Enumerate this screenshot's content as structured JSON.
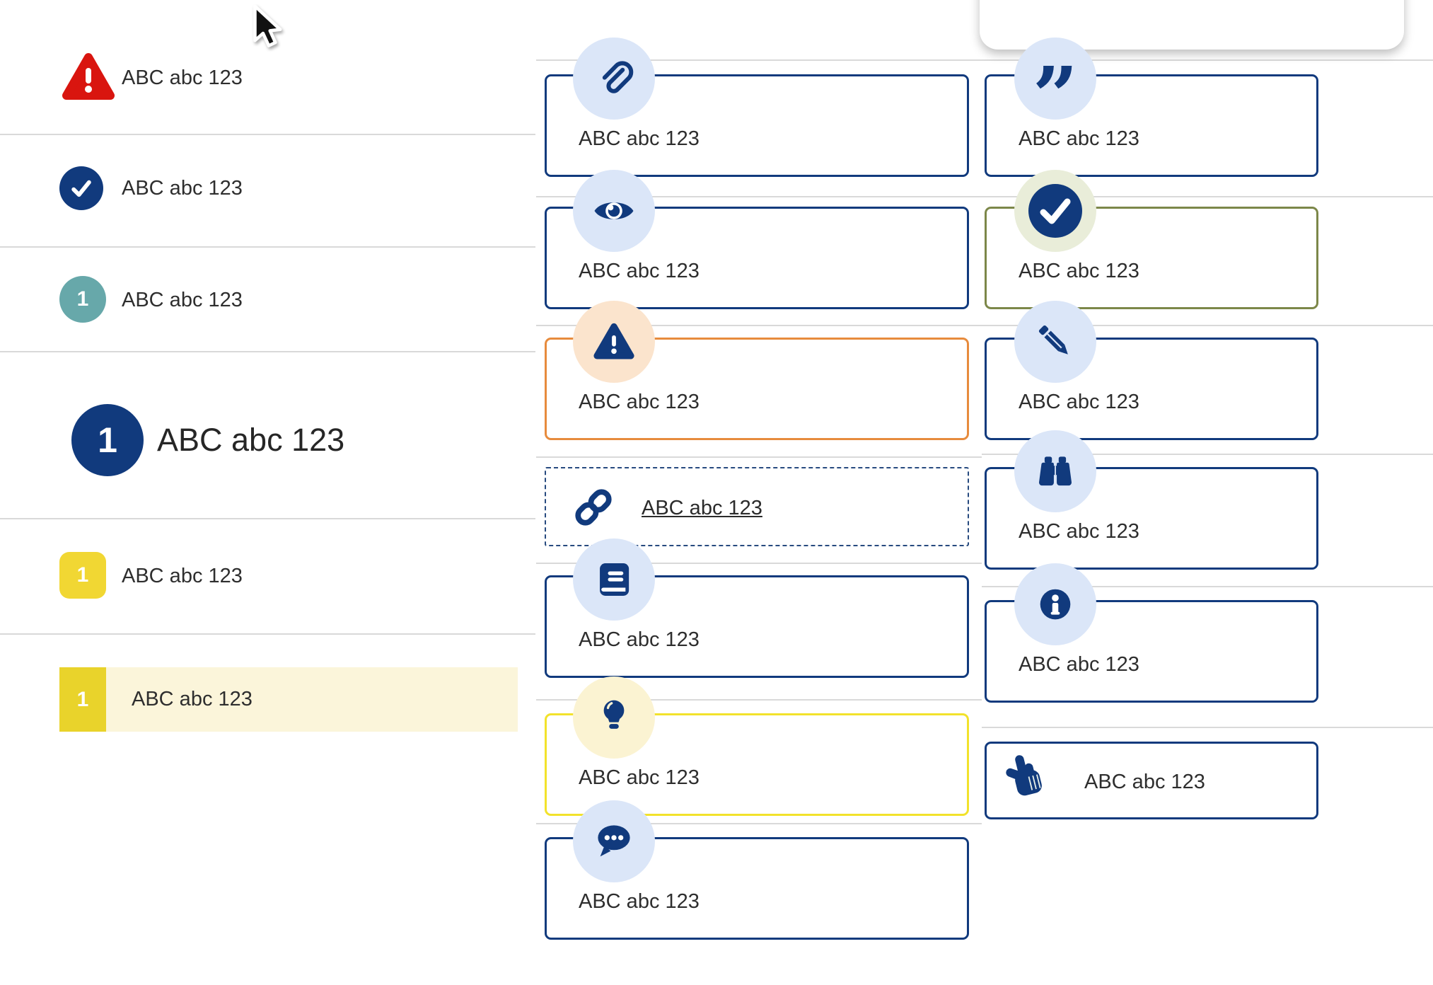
{
  "placeholder_text": "ABC abc 123",
  "colors": {
    "navy": "#113a7d",
    "red": "#d9150f",
    "teal": "#67a8aa",
    "yellow_badge": "#f1d733",
    "yellow_block": "#e9d32b",
    "cream_row": "#fbf5da",
    "orange_border": "#e78b3d",
    "olive_border": "#7c8749",
    "yellow_border": "#f2e22b",
    "light_blue_circle": "#dbe6f8",
    "peach_circle": "#fbe4cd",
    "sage_circle": "#e9edd9",
    "pale_yellow_circle": "#fbf3d2",
    "divider": "#d9d9d9"
  },
  "left_list": {
    "items": [
      {
        "icon": "alert-triangle-icon",
        "label": "ABC abc 123"
      },
      {
        "icon": "check-circle-icon",
        "label": "ABC abc 123"
      },
      {
        "icon": "teal-number-badge",
        "number": "1",
        "label": "ABC abc 123"
      },
      {
        "icon": "navy-number-badge-large",
        "number": "1",
        "label": "ABC abc 123"
      },
      {
        "icon": "yellow-number-badge",
        "number": "1",
        "label": "ABC abc 123"
      },
      {
        "icon": "yellow-number-block-highlighted",
        "number": "1",
        "label": "ABC abc 123"
      }
    ]
  },
  "middle_callouts": [
    {
      "icon": "paperclip-icon",
      "label": "ABC abc 123"
    },
    {
      "icon": "eye-icon",
      "label": "ABC abc 123"
    },
    {
      "icon": "warning-icon",
      "label": "ABC abc 123"
    },
    {
      "icon": "link-icon",
      "label": "ABC abc 123"
    },
    {
      "icon": "book-icon",
      "label": "ABC abc 123"
    },
    {
      "icon": "lightbulb-icon",
      "label": "ABC abc 123"
    },
    {
      "icon": "chat-icon",
      "label": "ABC abc 123"
    }
  ],
  "right_callouts": [
    {
      "icon": "quote-icon",
      "label": "ABC abc 123",
      "glyph": "”"
    },
    {
      "icon": "check-circle-icon",
      "label": "ABC abc 123"
    },
    {
      "icon": "pencil-icon",
      "label": "ABC abc 123"
    },
    {
      "icon": "binoculars-icon",
      "label": "ABC abc 123"
    },
    {
      "icon": "info-icon",
      "label": "ABC abc 123"
    },
    {
      "icon": "hand-pointer-icon",
      "label": "ABC abc 123"
    }
  ]
}
